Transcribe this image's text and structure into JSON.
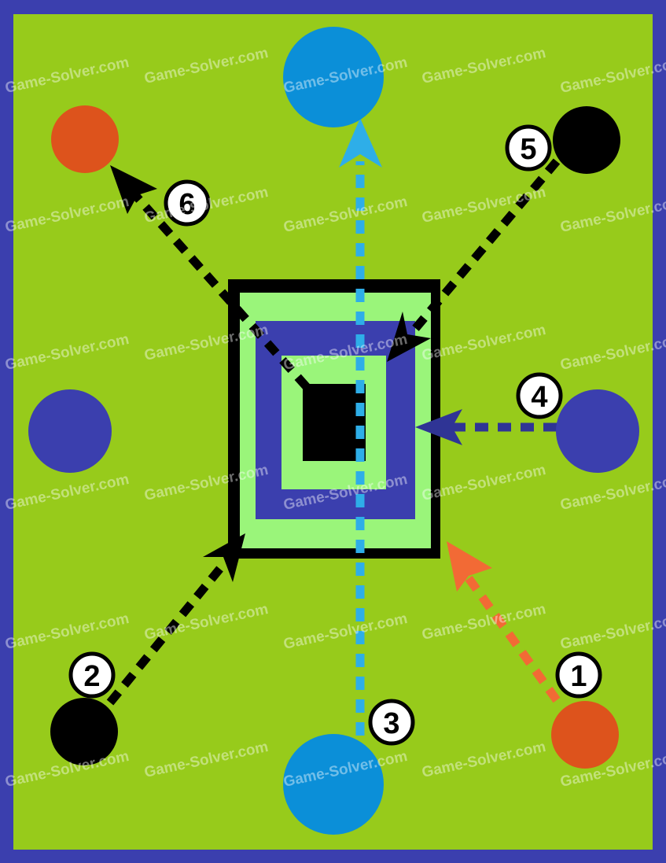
{
  "puzzle": {
    "watermark": "Game-Solver.com",
    "colors": {
      "frame": "#3b3fae",
      "field": "#97cb1b",
      "light_green": "#9af57a",
      "block_blue": "#3b3fae",
      "black": "#000000",
      "orange": "#dd531c",
      "cyan": "#0b8fd8",
      "light_blue_arrow": "#2eaee8",
      "navy": "#2f3495",
      "orange_arrow": "#f26a35",
      "badge_fill": "#ffffff"
    },
    "balls": [
      {
        "id": "ball-orange-top-left",
        "color": "orange"
      },
      {
        "id": "ball-cyan-top",
        "color": "cyan"
      },
      {
        "id": "ball-black-top-right",
        "color": "black"
      },
      {
        "id": "ball-blue-left",
        "color": "blue"
      },
      {
        "id": "ball-blue-right",
        "color": "blue"
      },
      {
        "id": "ball-black-bottom-left",
        "color": "black"
      },
      {
        "id": "ball-cyan-bottom",
        "color": "cyan"
      },
      {
        "id": "ball-orange-bottom-right",
        "color": "orange"
      }
    ],
    "steps": [
      {
        "badge": "1",
        "color": "orange"
      },
      {
        "badge": "2",
        "color": "black"
      },
      {
        "badge": "3",
        "color": "light blue"
      },
      {
        "badge": "4",
        "color": "navy"
      },
      {
        "badge": "5",
        "color": "black"
      },
      {
        "badge": "6",
        "color": "black"
      }
    ]
  }
}
